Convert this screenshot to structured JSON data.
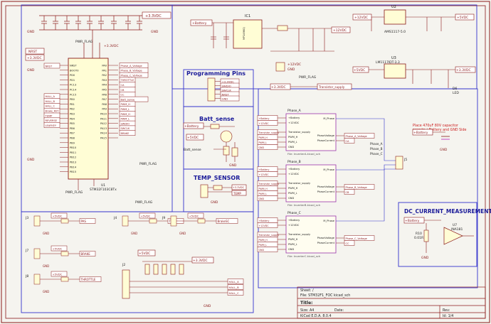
{
  "sheet": {
    "title_label": "Title:",
    "sheet_label": "Sheet: /",
    "file_label": "File: STM32F1_FOC kicad_sch",
    "size_label": "Size: A4",
    "date_label": "Date:",
    "rev_label": "Rev:",
    "tool_label": "KiCad E.D.A. 8.0.4",
    "id_label": "Id: 1/4"
  },
  "sections": {
    "programming": "Programming Pins",
    "batt_sense": "Batt_sense",
    "temp_sensor": "TEMP_SENSOR",
    "dc_current": "DC_CURRENT_MEASUREMENT"
  },
  "mcu": {
    "ref": "U1",
    "value": "STM32F103C8Tx",
    "left_pins": [
      "NRST",
      "BOOT0",
      "PD0",
      "PD1",
      "PC13",
      "PC14",
      "PC15",
      "PB0",
      "PB1",
      "PB2",
      "PB3",
      "PB4",
      "PB5",
      "PB6",
      "PB7",
      "PB8",
      "PB9",
      "PB10",
      "PB11",
      "PB12",
      "PB13",
      "PB14",
      "PB15"
    ],
    "right_pins": [
      "PA0",
      "PA1",
      "PA2",
      "PA3",
      "PA4",
      "PA5",
      "PA6",
      "PA7",
      "PA8",
      "PA9",
      "PA10",
      "PA11",
      "PA12",
      "PA13",
      "PA14",
      "PA15"
    ]
  },
  "mcu_nets_left": [
    "NRST",
    "HALL_A",
    "HALL_B",
    "HALL_C",
    "Brake_KEY",
    "TEMP",
    "REVERSE",
    "LEAFKEY"
  ],
  "mcu_nets_right": [
    "Phase_A_Voltage",
    "Phase_B_Voltage",
    "Phase_C_Voltage",
    "THROTTLE",
    "CA",
    "CB",
    "CC",
    "Batt_sense",
    "PWM_H",
    "PWM_L",
    "PWM_H",
    "PWM_L",
    "SWDIO",
    "SWCLK",
    "BRAKE"
  ],
  "programming_pins": [
    "+3.3VDC",
    "SWDIO",
    "SWCLK",
    "NRST",
    "GND"
  ],
  "power": {
    "ic1": "IC1",
    "ic1_value": "MP1496GJ",
    "u2": "U2",
    "u2_value": "AMS1117-5.0",
    "u3": "U3",
    "u3_value": "LM1117IDT-3.3",
    "nets": [
      "+Battery",
      "+12VDC",
      "+5VDC",
      "+3.3VDC",
      "GND"
    ],
    "led": "D6",
    "led_value": "LED"
  },
  "phases": [
    {
      "name": "Phase_A",
      "file": "File: InverterA.kicad_sch",
      "voltage": "Phase_A_Voltage",
      "current": "CA"
    },
    {
      "name": "Phase_B",
      "file": "File: InverterB.kicad_sch",
      "voltage": "Phase_B_Voltage",
      "current": "CB"
    },
    {
      "name": "Phase_C",
      "file": "File: InverterC.kicad_sch",
      "voltage": "Phase_C_Voltage",
      "current": "CC"
    }
  ],
  "phase_ports": [
    "+Battery",
    "+12VDC",
    "Transistor_supply",
    "PWM_H",
    "PWM_L",
    "GND"
  ],
  "phase_outputs": [
    "PhaseVoltage",
    "PhaseCurrent",
    "M_Phase"
  ],
  "motor_connector": {
    "ref": "J5",
    "labels": [
      "Phase_A",
      "Phase_B",
      "Phase_C"
    ]
  },
  "note": "Place 470uF 80V capacitor near to +Battery and GND Side",
  "connectors": [
    {
      "ref": "J3",
      "label": "PAS"
    },
    {
      "ref": "J4",
      "label": "TEMP"
    },
    {
      "ref": "J7",
      "label": "BRAKE"
    },
    {
      "ref": "J8",
      "label": "THROTTLE"
    },
    {
      "ref": "J9",
      "label": "BrakeSC"
    },
    {
      "ref": "J2",
      "label": "HALL"
    }
  ],
  "hall_nets": [
    "HALL_A",
    "HALL_B",
    "HALL_C"
  ],
  "opamp": {
    "ref": "U7",
    "value": "INA181",
    "shunt": "R10",
    "shunt_value": "0.01R"
  },
  "tags": {
    "pwr_flag": "PWR_FLAG",
    "transistor_supply": "Transistor_supply"
  }
}
